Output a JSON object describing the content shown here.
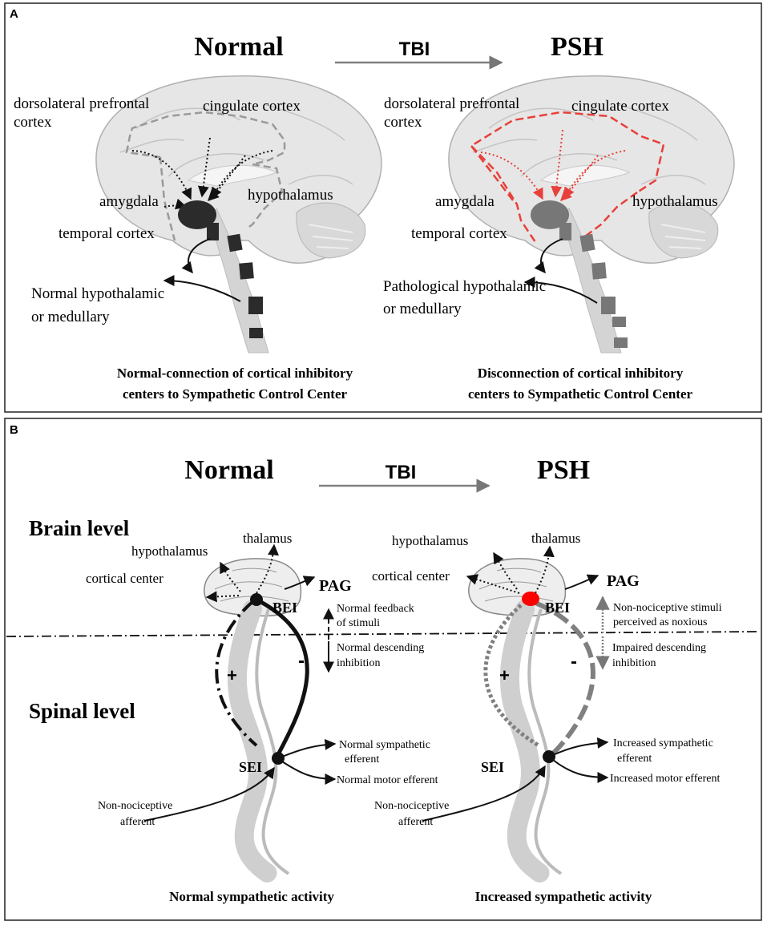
{
  "panel_a": {
    "letter": "A",
    "title_left": "Normal",
    "arrow_label": "TBI",
    "title_right": "PSH",
    "left": {
      "dlpfc_1": "dorsolateral prefrontal",
      "dlpfc_2": "cortex",
      "cingulate": "cingulate cortex",
      "amygdala": "amygdala",
      "hypothalamus": "hypothalamus",
      "temporal": "temporal cortex",
      "output_1": "Normal hypothalamic",
      "output_2": "or medullary",
      "caption_1": "Normal-connection of cortical inhibitory",
      "caption_2": "centers to Sympathetic Control Center"
    },
    "right": {
      "dlpfc_1": "dorsolateral prefrontal",
      "dlpfc_2": "cortex",
      "cingulate": "cingulate cortex",
      "amygdala": "amygdala",
      "hypothalamus": "hypothalamus",
      "temporal": "temporal cortex",
      "output_1": "Pathological hypothalamic",
      "output_2": "or medullary",
      "caption_1": "Disconnection of cortical inhibitory",
      "caption_2": "centers to Sympathetic Control Center"
    }
  },
  "panel_b": {
    "letter": "B",
    "title_left": "Normal",
    "arrow_label": "TBI",
    "title_right": "PSH",
    "brain_level": "Brain level",
    "spinal_level": "Spinal level",
    "left": {
      "hypothalamus": "hypothalamus",
      "thalamus": "thalamus",
      "cortical": "cortical center",
      "pag": "PAG",
      "bei": "BEI",
      "feedback_1": "Normal feedback",
      "feedback_2": "of stimuli",
      "descending_1": "Normal descending",
      "descending_2": "inhibition",
      "plus": "+",
      "minus": "-",
      "sei": "SEI",
      "symp_1": "Normal sympathetic",
      "symp_2": "efferent",
      "motor": "Normal motor efferent",
      "afferent_1": "Non-nociceptive",
      "afferent_2": "afferent",
      "caption": "Normal sympathetic activity"
    },
    "right": {
      "hypothalamus": "hypothalamus",
      "thalamus": "thalamus",
      "cortical": "cortical center",
      "pag": "PAG",
      "bei": "BEI",
      "feedback_1": "Non-nociceptive stimuli",
      "feedback_2": "perceived as noxious",
      "descending_1": "Impaired descending",
      "descending_2": "inhibition",
      "plus": "+",
      "minus": "-",
      "sei": "SEI",
      "symp_1": "Increased sympathetic",
      "symp_2": "efferent",
      "motor": "Increased motor efferent",
      "afferent_1": "Non-nociceptive",
      "afferent_2": "afferent",
      "caption": "Increased sympathetic activity"
    }
  },
  "colors": {
    "normal_dark": "#2b2b2b",
    "psh_gray": "#777777",
    "disconnection_red": "#e8403a",
    "bei_red": "#ff0000",
    "brain_fill": "#e6e6e6",
    "spine_fill": "#d9d9d9"
  }
}
